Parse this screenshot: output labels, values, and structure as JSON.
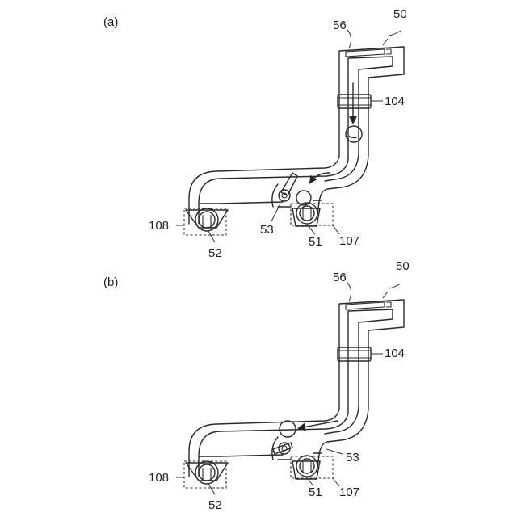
{
  "panels": [
    {
      "id": "a",
      "label": "(a)",
      "labels": {
        "device": "50",
        "top_part": "56",
        "sensor_ring": "104",
        "gate": "53",
        "left_unit": "52",
        "right_unit": "51",
        "left_box": "108",
        "right_box": "107"
      }
    },
    {
      "id": "b",
      "label": "(b)",
      "labels": {
        "device": "50",
        "top_part": "56",
        "sensor_ring": "104",
        "gate": "53",
        "left_unit": "52",
        "right_unit": "51",
        "left_box": "108",
        "right_box": "107"
      }
    }
  ]
}
